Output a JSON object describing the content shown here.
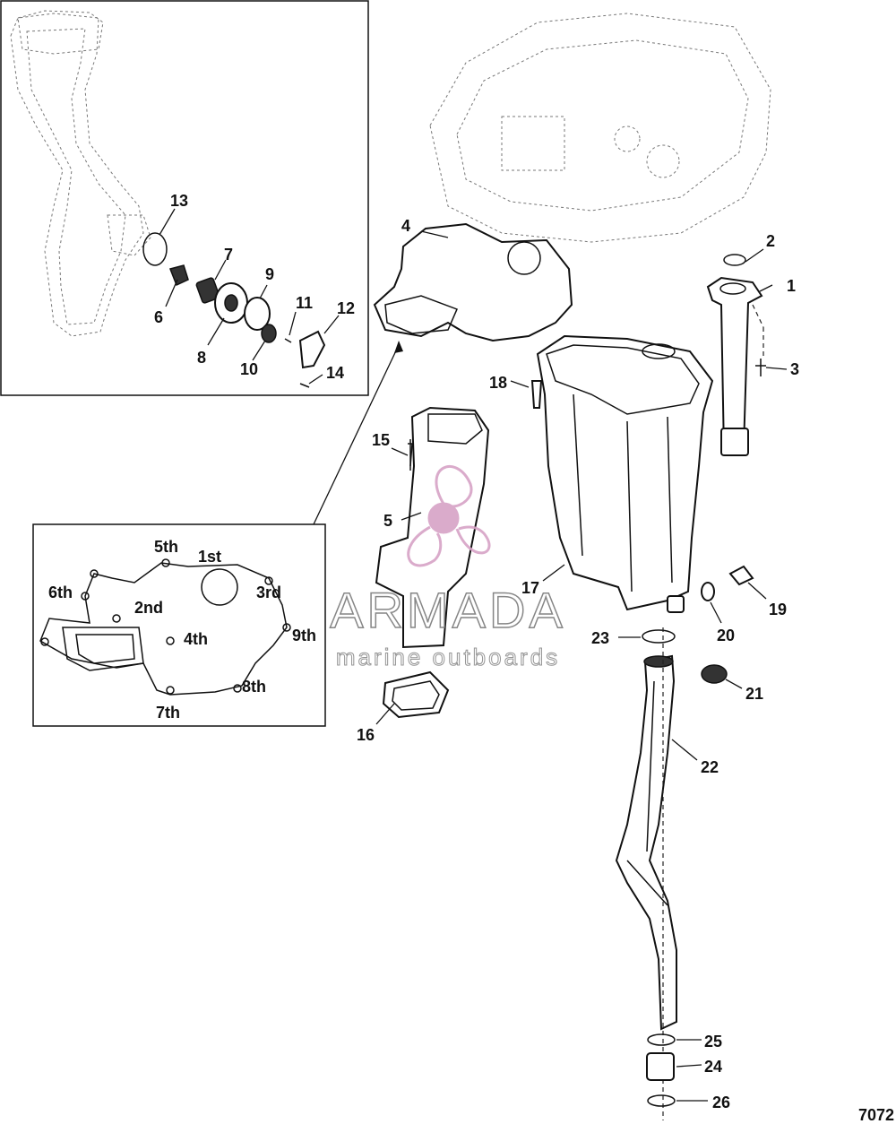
{
  "diagram": {
    "figure_number": "7072",
    "watermark": {
      "brand": "ARMADA",
      "tagline": "marine outboards",
      "brand_color": "#d7a3c6"
    },
    "callouts": [
      "1",
      "2",
      "3",
      "4",
      "5",
      "6",
      "7",
      "8",
      "9",
      "10",
      "11",
      "12",
      "13",
      "14",
      "15",
      "16",
      "17",
      "18",
      "19",
      "20",
      "21",
      "22",
      "23",
      "24",
      "25",
      "26"
    ],
    "torque_sequence": {
      "labels": [
        "1st",
        "2nd",
        "3rd",
        "4th",
        "5th",
        "6th",
        "7th",
        "8th",
        "9th"
      ]
    }
  }
}
